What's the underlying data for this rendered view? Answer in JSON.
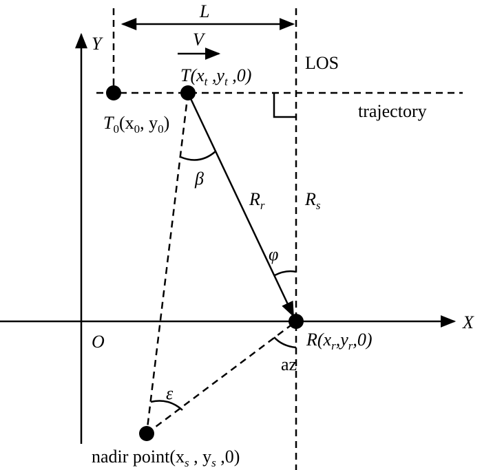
{
  "labels": {
    "y_axis": "Y",
    "x_axis": "X",
    "origin": "O",
    "distance": "L",
    "velocity": "V",
    "los": "LOS",
    "trajectory": "trajectory",
    "beta": "β",
    "phi": "φ",
    "epsilon": "ε",
    "az": "az",
    "rr_main": "R",
    "rr_sub": "r",
    "rs_main": "R",
    "rs_sub": "s"
  },
  "points": {
    "t0": {
      "main": "T",
      "sub": "0",
      "coords_a": "(x",
      "sub_a": "0",
      "coords_b": ", y",
      "sub_b": "0",
      "coords_c": ")"
    },
    "t": {
      "main": "T(x",
      "sub_a": "t",
      "mid": " ,y",
      "sub_b": "t",
      "end": " ,0)"
    },
    "r": {
      "main": "R(x",
      "sub_a": "r",
      "mid": ",y",
      "sub_b": "r",
      "end": ",0)"
    },
    "nadir": {
      "main": "nadir point(x",
      "sub_a": "s",
      "mid": " , y",
      "sub_b": "s",
      "end": " ,0)"
    }
  }
}
